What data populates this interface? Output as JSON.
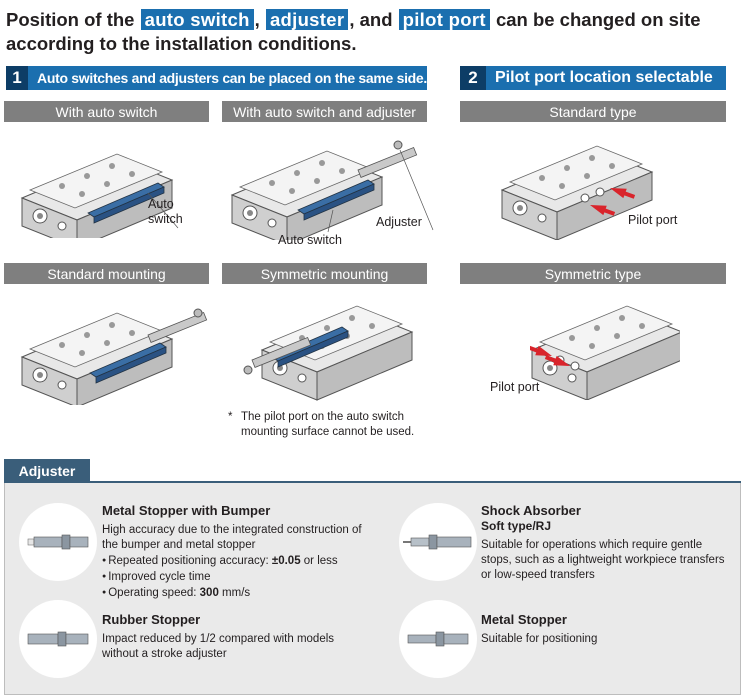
{
  "headline": {
    "part1": "Position of the",
    "tag1": "auto switch",
    "sep1": ",",
    "tag2": "adjuster",
    "sep2": ", and",
    "tag3": "pilot port",
    "part2": "can be changed on site",
    "line2": "according to the installation conditions."
  },
  "section1": {
    "number": "1",
    "title": "Auto switches and adjusters can be placed on the same side.",
    "panels": [
      {
        "label": "With auto switch",
        "callouts": [
          "Auto",
          "switch"
        ]
      },
      {
        "label": "With auto switch and adjuster",
        "callouts": [
          "Adjuster",
          "Auto switch"
        ]
      },
      {
        "label": "Standard mounting"
      },
      {
        "label": "Symmetric mounting"
      }
    ],
    "note_star": "*",
    "note": "The pilot port on the auto switch mounting surface cannot be used."
  },
  "section2": {
    "number": "2",
    "title": "Pilot port location selectable",
    "panels": [
      {
        "label": "Standard type",
        "callout": "Pilot port"
      },
      {
        "label": "Symmetric type",
        "callout": "Pilot port"
      }
    ]
  },
  "adjuster": {
    "tab": "Adjuster",
    "items": [
      {
        "title": "Metal Stopper with Bumper",
        "text": "High accuracy due to the integrated construction of the bumper and metal stopper",
        "bullets": [
          {
            "pre": "Repeated positioning accuracy: ",
            "bold": "±0.05",
            "post": " or less"
          },
          {
            "pre": "Improved cycle time",
            "bold": "",
            "post": ""
          },
          {
            "pre": "Operating speed: ",
            "bold": "300",
            "post": " mm/s"
          }
        ]
      },
      {
        "title": "Shock Absorber",
        "subtitle": "Soft type/RJ",
        "text": "Suitable for operations which require gentle stops, such as a lightweight workpiece transfers or low-speed transfers"
      },
      {
        "title": "Rubber Stopper",
        "text": "Impact reduced by 1/2 compared with models without a stroke adjuster"
      },
      {
        "title": "Metal Stopper",
        "text": "Suitable for positioning"
      }
    ]
  },
  "colors": {
    "accent_blue": "#1b6faf",
    "dark_blue": "#0d3d66",
    "bar_gray": "#7f7f7f",
    "adjuster_tab": "#3a5e7a",
    "arrow_red": "#d9242b"
  }
}
